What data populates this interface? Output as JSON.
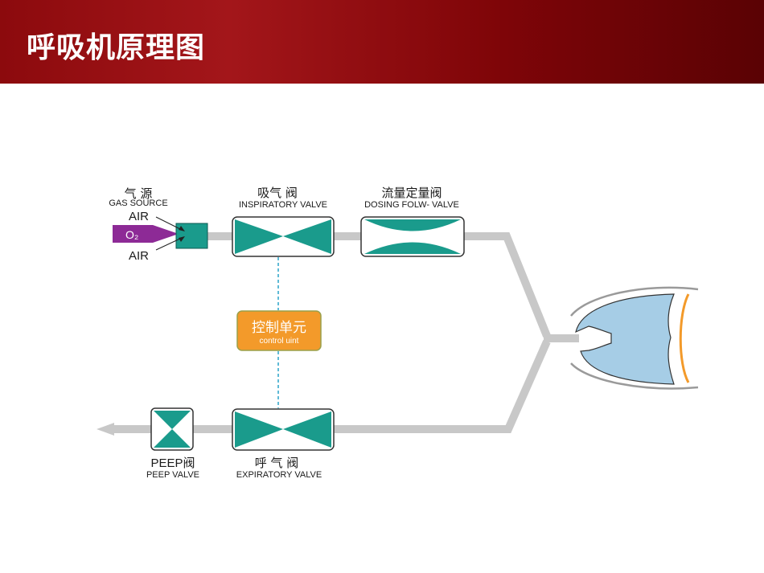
{
  "header": {
    "title": "呼吸机原理图"
  },
  "gas_source": {
    "label_cn": "气  源",
    "label_en": "GAS SOURCE",
    "air_top": "AIR",
    "o2": "O₂",
    "air_bottom": "AIR"
  },
  "inspiratory_valve": {
    "label_cn": "吸气 阀",
    "label_en": "INSPIRATORY VALVE"
  },
  "dosing_valve": {
    "label_cn": "流量定量阀",
    "label_en": "DOSING FOLW- VALVE"
  },
  "control_unit": {
    "label_cn": "控制单元",
    "label_en": "control uint"
  },
  "peep_valve": {
    "label_cn": "PEEP阀",
    "label_en": "PEEP  VALVE"
  },
  "expiratory_valve": {
    "label_cn": "呼 气 阀",
    "label_en": "EXPIRATORY VALVE"
  },
  "colors": {
    "header": "#8c0a0d",
    "teal": "#1a9b8c",
    "purple": "#8d2a96",
    "orange": "#f39a2a",
    "dashed": "#2aa3c8",
    "lung": "#a6cde6",
    "pipe": "#c9c9c9"
  }
}
